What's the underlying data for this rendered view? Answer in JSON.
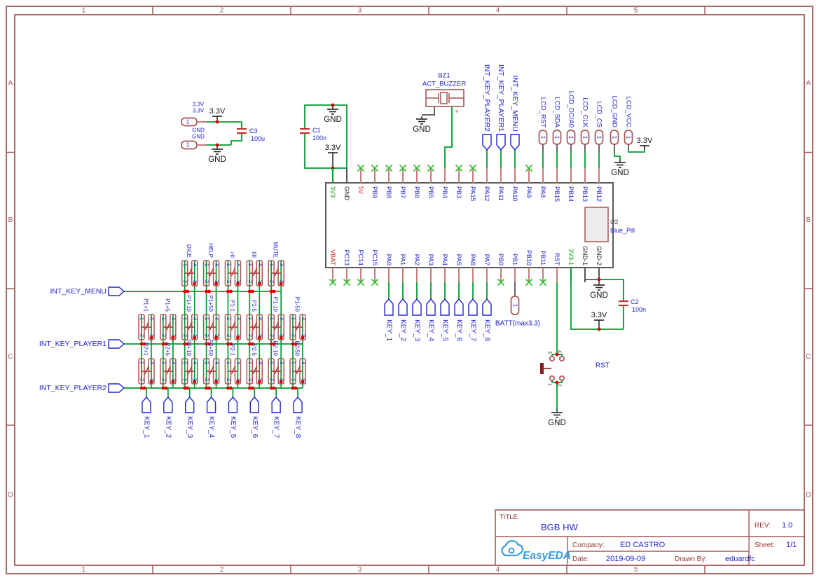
{
  "frame": {
    "cols": [
      "1",
      "2",
      "3",
      "4",
      "5"
    ],
    "rows": [
      "A",
      "B",
      "C",
      "D"
    ]
  },
  "title_block": {
    "title_label": "TITLE:",
    "title": "BGB HW",
    "rev_label": "REV:",
    "rev": "1.0",
    "company_label": "Company:",
    "company": "ED CASTRO",
    "sheet_label": "Sheet:",
    "sheet": "1/1",
    "date_label": "Date:",
    "date": "2019-09-09",
    "drawn_by_label": "Drawn By:",
    "drawn_by": "eduardfc",
    "logo_text": "EasyEDA"
  },
  "power": {
    "v33": "3.3V",
    "gnd": "GND"
  },
  "connector_pin": "1",
  "top_left_header": {
    "v33_nets": [
      "3.3V",
      "3.3V"
    ],
    "gnd_nets": [
      "GND",
      "GND"
    ]
  },
  "capacitors": {
    "c1": {
      "ref": "C1",
      "value": "100n"
    },
    "c2": {
      "ref": "C2",
      "value": "100n"
    },
    "c3": {
      "ref": "C3",
      "value": "100u"
    }
  },
  "buzzer": {
    "ref": "BZ1",
    "value": "ACT_BUZZER",
    "plus": "+"
  },
  "battery": {
    "label": "BATT(max3.3)"
  },
  "reset_button": {
    "label": "RST",
    "pin_numbers": [
      "1",
      "2",
      "3",
      "4"
    ]
  },
  "ic": {
    "ref": "U2",
    "value": "Blue_Pill",
    "top_pins": [
      {
        "name": "3V3",
        "nc": false
      },
      {
        "name": "GND",
        "nc": false
      },
      {
        "name": "5V",
        "nc": true
      },
      {
        "name": "PB9",
        "nc": true
      },
      {
        "name": "PB8",
        "nc": true
      },
      {
        "name": "PB7",
        "nc": true
      },
      {
        "name": "PB6",
        "nc": true
      },
      {
        "name": "PB5",
        "nc": true
      },
      {
        "name": "PB4",
        "nc": false
      },
      {
        "name": "PB3",
        "nc": true
      },
      {
        "name": "PA15",
        "nc": true
      },
      {
        "name": "PA12",
        "nc": false
      },
      {
        "name": "PA11",
        "nc": false
      },
      {
        "name": "PA10",
        "nc": false
      },
      {
        "name": "PA9",
        "nc": true
      },
      {
        "name": "PA8",
        "nc": false
      },
      {
        "name": "PB15",
        "nc": false
      },
      {
        "name": "PB14",
        "nc": false
      },
      {
        "name": "PB13",
        "nc": false
      },
      {
        "name": "PB12",
        "nc": false
      }
    ],
    "bottom_pins": [
      {
        "name": "VBAT",
        "nc": true
      },
      {
        "name": "PC13",
        "nc": true
      },
      {
        "name": "PC14",
        "nc": true
      },
      {
        "name": "PC15",
        "nc": true
      },
      {
        "name": "PA0",
        "nc": false
      },
      {
        "name": "PA1",
        "nc": false
      },
      {
        "name": "PA2",
        "nc": false
      },
      {
        "name": "PA3",
        "nc": false
      },
      {
        "name": "PA4",
        "nc": false
      },
      {
        "name": "PA5",
        "nc": false
      },
      {
        "name": "PA6",
        "nc": false
      },
      {
        "name": "PA7",
        "nc": false
      },
      {
        "name": "PB0",
        "nc": true
      },
      {
        "name": "PB1",
        "nc": false
      },
      {
        "name": "PB10",
        "nc": true
      },
      {
        "name": "PB11",
        "nc": true
      },
      {
        "name": "RST",
        "nc": false
      },
      {
        "name": "3V3-1",
        "nc": false
      },
      {
        "name": "GND-1",
        "nc": false
      },
      {
        "name": "GND-2",
        "nc": false
      }
    ]
  },
  "lcd_nets": [
    "LCD_RST",
    "LCD_SDA",
    "LCD_DC/A0",
    "LCD_CLK",
    "LCD_CS",
    "LCD_GND",
    "LCD_VCC"
  ],
  "int_nets_top": [
    "INT_KEY_PLAYER2",
    "INT_KEY_PLAYER1",
    "INT_KEY_MENU"
  ],
  "key_nets": [
    "KEY_1",
    "KEY_2",
    "KEY_3",
    "KEY_4",
    "KEY_5",
    "KEY_6",
    "KEY_7",
    "KEY_8"
  ],
  "matrix": {
    "rows": [
      {
        "net": "INT_KEY_MENU",
        "col_start": 2,
        "keys": [
          "DICE",
          "HELP",
          ">II",
          "IIII",
          "MUTE"
        ]
      },
      {
        "net": "INT_KEY_PLAYER1",
        "col_start": 0,
        "keys": [
          "P1+1",
          "P1+5",
          "P1+10",
          "P1+50",
          "P1-1",
          "P1-5",
          "P1-10",
          "P1-50"
        ]
      },
      {
        "net": "INT_KEY_PLAYER2",
        "col_start": 0,
        "keys": [
          "P2+1",
          "P2+5",
          "P2+10",
          "P2+50",
          "P2-1",
          "P2-5",
          "P2-10",
          "P2-50"
        ]
      }
    ],
    "switch_pin_numbers": [
      "1",
      "2",
      "3",
      "4"
    ]
  },
  "colors": {
    "wire": "#009c2e",
    "frame": "#a35a5a",
    "component": "#a85454",
    "net_blue": "#2323cc",
    "pin_stub": "#c97b7b",
    "junction": "#d90000",
    "nc_x": "#2fbf2f",
    "red_pin": "#cc2222",
    "green_pin": "#009a00",
    "logo_blue": "#3a9ad9",
    "cap_red": "#c53030"
  }
}
